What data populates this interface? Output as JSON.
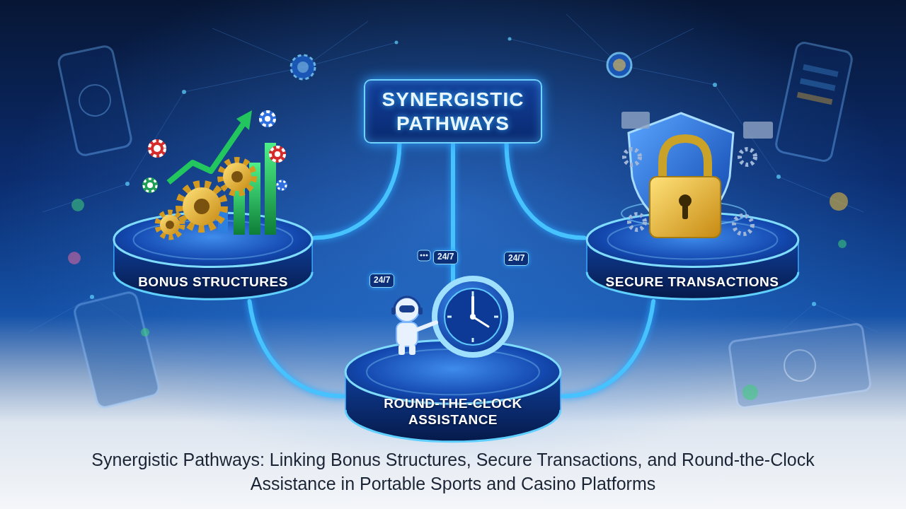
{
  "diagram": {
    "caption": "Synergistic Pathways: Linking Bonus Structures, Secure Transactions, and Round-the-Clock Assistance in Portable Sports and Casino Platforms",
    "nodes": [
      {
        "text": [
          "SYNERGISTIC PATHWAYS"
        ]
      },
      {
        "text": [
          "BONUS STRUCTURES"
        ]
      },
      {
        "text": [
          "SECURE TRANSACTIONS"
        ]
      },
      {
        "text": [
          "ROUND-THE-CLOCK ASSISTANCE"
        ]
      }
    ],
    "edges": [
      {
        "from": 0,
        "to": 1,
        "arrow": "none"
      },
      {
        "from": 0,
        "to": 2,
        "arrow": "none"
      },
      {
        "from": 0,
        "to": 3,
        "arrow": "none"
      },
      {
        "from": 1,
        "to": 3,
        "arrow": "none"
      },
      {
        "from": 2,
        "to": 3,
        "arrow": "none"
      }
    ],
    "labels": [
      "24/7",
      "24/7",
      "24/7"
    ]
  }
}
